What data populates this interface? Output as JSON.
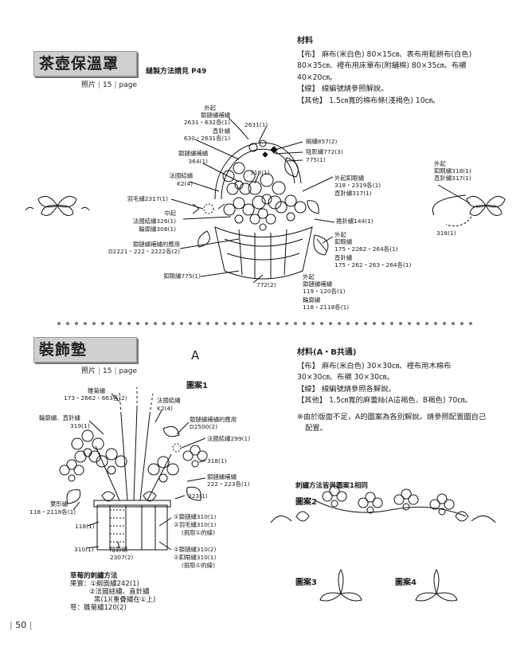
{
  "section1": {
    "title": "茶壺保溫罩",
    "photo_label": "照片",
    "photo_page": "15",
    "page_word": "page",
    "sewing_note": "縫製方法請見 P49",
    "materials": {
      "heading": "材料",
      "lines": [
        "【布】 麻布(米白色) 80×15㎝、表布用鬆餅布(白色)",
        "80×35㎝、裡布用床單布(附舖棉) 80×35㎝、布襯",
        "40×20㎝。",
        "【線】 線編號請參照解說。",
        "【其他】 1.5㎝寬的棉布條(淺褐色) 10㎝。"
      ]
    },
    "labels": {
      "l1": "外起",
      "l2": "鎖鏈繡補繡",
      "l3": "2631・632各(1)",
      "l4": "直針繡",
      "l5": "630・2631各(1)",
      "l6": "2631(1)",
      "l7": "緞繡857(2)",
      "l8": "陰影繡772(3)",
      "l9": "775(1)",
      "l10": "鎖鏈繡補繡",
      "l11": "364(1)",
      "l12": "318(1)",
      "l13": "法國結繡",
      "l14": "K2(4)",
      "l15": "外起釦眼繡",
      "l16": "318・2319各(1)",
      "l17": "直針繡317(1)",
      "l18": "羽毛繡2317(1)",
      "l19": "中起",
      "l20": "法國結繡326(1)",
      "l21": "輪廓繡308(1)",
      "l22": "捲針繡144(1)",
      "l23": "外起",
      "l24": "釦眼繡",
      "l25": "175・2262・264各(1)",
      "l26": "直針繡",
      "l27": "175・262・263・264各(1)",
      "l28": "鎖鏈繡補繡的應用",
      "l29": "D2221・222・2222各(2)",
      "l30": "釦眼繡775(1)",
      "l31": "772(2)",
      "l32": "外起",
      "l33": "鎖鏈繡補繡",
      "l34": "119・120各(1)",
      "l35": "輪廓繡",
      "l36": "118・2118各(1)",
      "r1": "外起",
      "r2": "釦眼繡318(1)",
      "r3": "直針繡317(1)",
      "r4": "318(1)"
    }
  },
  "section2": {
    "title": "裝飾墊",
    "photo_label": "照片",
    "photo_page": "15",
    "page_word": "page",
    "variant": "A",
    "pattern1": "圖案1",
    "materials": {
      "heading": "材料(A・B共通)",
      "lines": [
        "【布】 麻布(米白色) 30×30㎝、裡布用木棉布",
        "30×30㎝、布襯 30×30㎝。",
        "【線】 線編號請參照各解說。",
        "【其他】 1.5㎝寬的麻蕾絲(A這褐色、B褐色) 70㎝。"
      ],
      "note1": "※由於版面不足，A的圖案為各別解說。請參照配置圖自己",
      "note2": "配置。"
    },
    "same_note": "刺繡方法皆與圖案1相同",
    "pattern2": "圖案2",
    "pattern3": "圖案3",
    "pattern4": "圖案4",
    "labels": {
      "a1": "雛菊繡",
      "a2": "173・2662・663各(2)",
      "a3": "法國結繡",
      "a4": "K2(4)",
      "a5": "輪廓繡、直針繡",
      "a6": "319(1)",
      "a7": "鎖鏈繡補繡的應用",
      "a8": "D2500(2)",
      "a9": "法國結繡299(1)",
      "a10": "318(1)",
      "a11": "鎖鏈繡補繡",
      "a12": "222・223各(1)",
      "a13": "323(1)",
      "a14": "葉形繡",
      "a15": "118・2118各(1)",
      "a16": "118(1)",
      "a17": "①鎖鏈繡310(1)",
      "a18": "②羽毛繡310(1)",
      "a19": "(挑取①的線)",
      "a20": "310(1)",
      "a21": "陰影繡",
      "a22": "2307(2)",
      "a23": "①鎖鏈繡310(2)",
      "a24": "②釦眼繡310(1)",
      "a25": "(挑取①的線)"
    },
    "strawberry": {
      "title": "草莓的刺繡方法",
      "line1": "果實：①緞面繡242(1)",
      "line2": "②法國結繡、直針繡",
      "line3": "黑(1)(重疊繡在①上)",
      "line4": "萼：雛菊繡120(2)"
    }
  },
  "page_number": "50"
}
